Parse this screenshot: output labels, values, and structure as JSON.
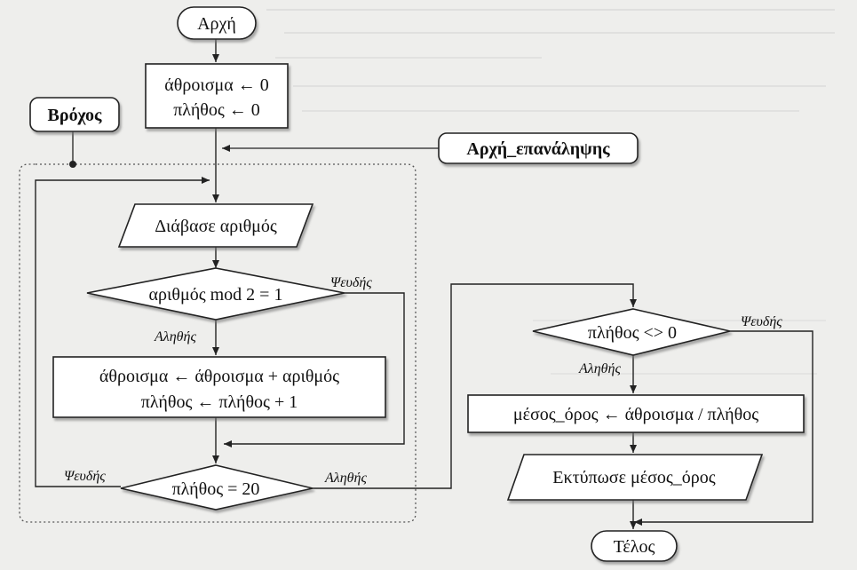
{
  "nodes": {
    "start": "Αρχή",
    "init_line1": "άθροισμα ← 0",
    "init_line2": "πλήθος ← 0",
    "read": "Διάβασε αριθμός",
    "cond_odd": "αριθμός mod 2 = 1",
    "update_line1": "άθροισμα ← άθροισμα + αριθμός",
    "update_line2": "πλήθος ← πλήθος + 1",
    "cond_count": "πλήθος = 20",
    "cond_nonzero": "πλήθος <> 0",
    "avg": "μέσος_όρος ← άθροισμα / πλήθος",
    "print": "Εκτύπωσε μέσος_όρος",
    "end": "Τέλος"
  },
  "edge_labels": {
    "odd_false": "Ψευδής",
    "odd_true": "Αληθής",
    "count_false": "Ψευδής",
    "count_true": "Αληθής",
    "nonzero_false": "Ψευδής",
    "nonzero_true": "Αληθής"
  },
  "callouts": {
    "loop": "Βρόχος",
    "loop_start": "Αρχή_επανάληψης"
  },
  "colors": {
    "background": "#eeeeec",
    "shape_fill": "#ffffff",
    "stroke": "#222222",
    "dotted_region": "#555555"
  }
}
